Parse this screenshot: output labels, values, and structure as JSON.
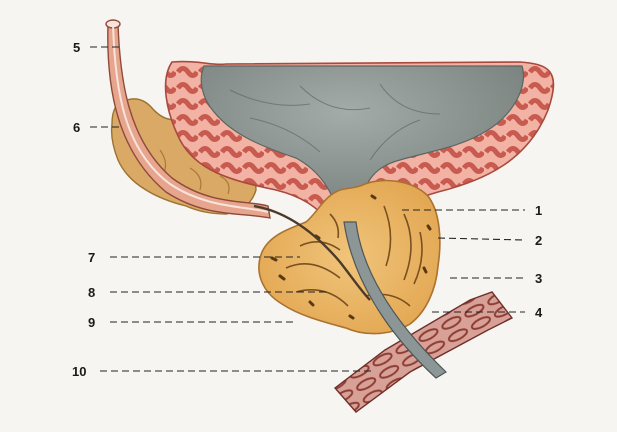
{
  "labels": {
    "l1": "1",
    "l2": "2",
    "l3": "3",
    "l4": "4",
    "l5": "5",
    "l6": "6",
    "l7": "7",
    "l8": "8",
    "l9": "9",
    "l10": "10"
  },
  "colors": {
    "page_background": "#f7f5f2",
    "bladder_interior": "#8a9490",
    "bladder_wall_outer": "#f2b3a4",
    "bladder_wall_muscle": "#c85a4f",
    "prostate": "#e8b25e",
    "prostate_ducts": "#7a5020",
    "seminal_vesicle": "#d9a965",
    "vas_deferens": "#e7a58e",
    "urethra_lumen": "#8c9696",
    "rectal_muscle": "#b3594f"
  }
}
